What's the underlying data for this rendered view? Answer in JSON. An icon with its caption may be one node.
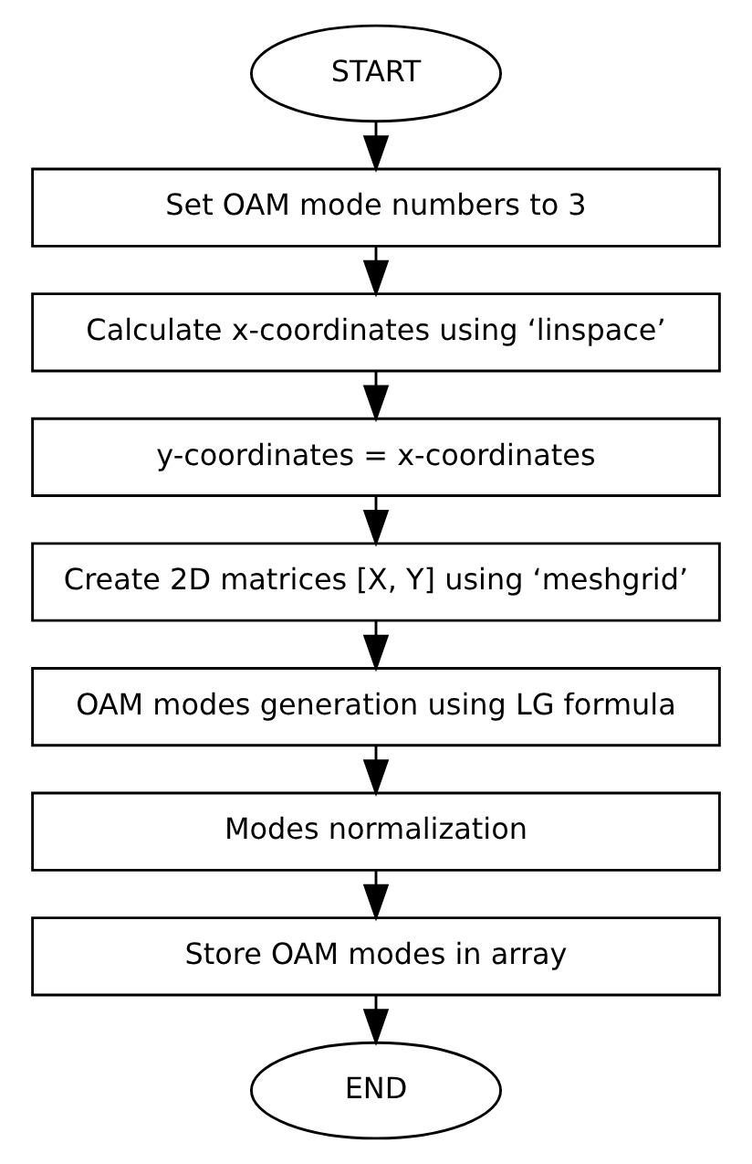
{
  "diagram": {
    "nodes": [
      {
        "text": [
          "START"
        ]
      },
      {
        "text": [
          "Set OAM mode numbers to 3"
        ]
      },
      {
        "text": [
          "Calculate x-coordinates using ‘linspace’"
        ]
      },
      {
        "text": [
          "y-coordinates = x-coordinates"
        ]
      },
      {
        "text": [
          "Create 2D matrices [X, Y] using ‘meshgrid’"
        ]
      },
      {
        "text": [
          "OAM modes generation using LG formula"
        ]
      },
      {
        "text": [
          "Modes normalization"
        ]
      },
      {
        "text": [
          "Store OAM modes in array"
        ]
      },
      {
        "text": [
          "END"
        ]
      }
    ],
    "edges": [
      {
        "from": 0,
        "to": 1,
        "arrow": "to"
      },
      {
        "from": 1,
        "to": 2,
        "arrow": "to"
      },
      {
        "from": 2,
        "to": 3,
        "arrow": "to"
      },
      {
        "from": 3,
        "to": 4,
        "arrow": "to"
      },
      {
        "from": 4,
        "to": 5,
        "arrow": "to"
      },
      {
        "from": 5,
        "to": 6,
        "arrow": "to"
      },
      {
        "from": 6,
        "to": 7,
        "arrow": "to"
      },
      {
        "from": 7,
        "to": 8,
        "arrow": "to"
      }
    ]
  }
}
